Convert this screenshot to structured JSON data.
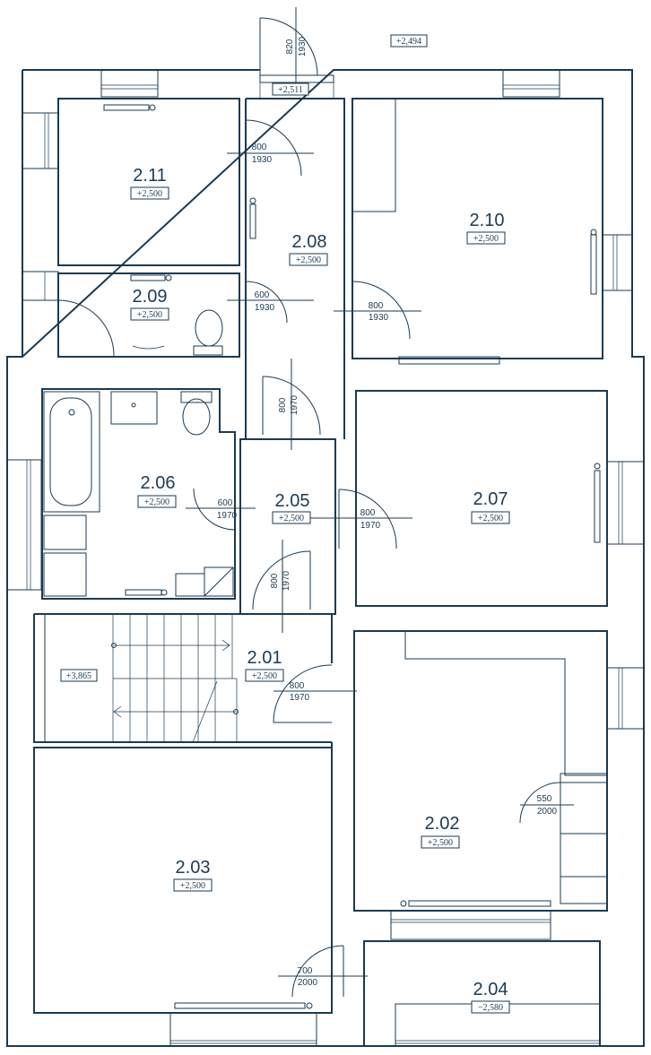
{
  "rooms": [
    {
      "id": "r211",
      "number": "2.11",
      "level": "+2,500"
    },
    {
      "id": "r209",
      "number": "2.09",
      "level": "+2,500"
    },
    {
      "id": "r208",
      "number": "2.08",
      "level": "+2,500"
    },
    {
      "id": "r210",
      "number": "2.10",
      "level": "+2,500"
    },
    {
      "id": "r206",
      "number": "2.06",
      "level": "+2,500"
    },
    {
      "id": "r205",
      "number": "2.05",
      "level": "+2,500"
    },
    {
      "id": "r207",
      "number": "2.07",
      "level": "+2,500"
    },
    {
      "id": "r201",
      "number": "2.01",
      "level": "+2,500"
    },
    {
      "id": "r202",
      "number": "2.02",
      "level": "+2,500"
    },
    {
      "id": "r203",
      "number": "2.03",
      "level": "+2,500"
    },
    {
      "id": "r204",
      "number": "2.04",
      "level": "−2,580"
    }
  ],
  "extra_levels": {
    "outside": "+2,494",
    "entry": "+2,511",
    "stair": "+3,865"
  },
  "doors": {
    "entry": {
      "w": "820",
      "h": "1930"
    },
    "d211": {
      "w": "800",
      "h": "1930"
    },
    "d209": {
      "w": "600",
      "h": "1930"
    },
    "d210": {
      "w": "800",
      "h": "1930"
    },
    "d205top": {
      "w": "800",
      "h": "1970"
    },
    "d206": {
      "w": "600",
      "h": "1970"
    },
    "d207": {
      "w": "800",
      "h": "1970"
    },
    "d201top": {
      "w": "800",
      "h": "1970"
    },
    "d201": {
      "w": "800",
      "h": "1970"
    },
    "d202": {
      "w": "550",
      "h": "2000"
    },
    "d203": {
      "w": "700",
      "h": "2000"
    }
  }
}
